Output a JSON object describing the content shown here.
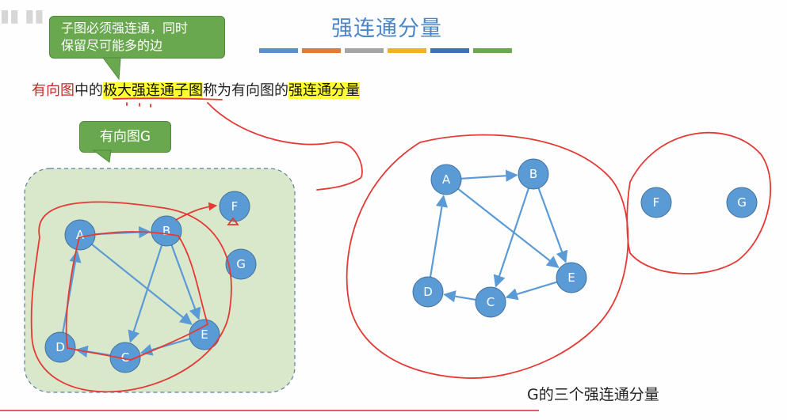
{
  "title": "强连通分量",
  "callout_top": {
    "line1": "子图必须强连通，同时",
    "line2": "保留尽可能多的边"
  },
  "definition": {
    "part1": "有向图",
    "part2": "中的",
    "part3": "极大强连通子图",
    "part4": "称为有向图的",
    "part5": "强连通分量"
  },
  "callout_graph": {
    "label": "有向图G"
  },
  "caption": "G的三个强连通分量",
  "colors": {
    "title": "#4a86c8",
    "node": "#5b9bd5",
    "edge": "#5b9bd5",
    "callout": "#6aa84f",
    "highlight": "#ffff33",
    "annotation": "#e53935"
  },
  "color_bars": [
    "#5b8fc7",
    "#e07b39",
    "#a5a5a5",
    "#f0b323",
    "#3f72b5",
    "#6aa84f"
  ],
  "graph_left": {
    "nodes": [
      {
        "id": "A",
        "label": "A"
      },
      {
        "id": "B",
        "label": "B"
      },
      {
        "id": "C",
        "label": "C"
      },
      {
        "id": "D",
        "label": "D"
      },
      {
        "id": "E",
        "label": "E"
      },
      {
        "id": "F",
        "label": "F"
      },
      {
        "id": "G",
        "label": "G"
      }
    ],
    "edges": [
      [
        "A",
        "B"
      ],
      [
        "B",
        "C"
      ],
      [
        "B",
        "E"
      ],
      [
        "A",
        "E"
      ],
      [
        "E",
        "C"
      ],
      [
        "C",
        "D"
      ],
      [
        "D",
        "A"
      ]
    ]
  },
  "graph_component": {
    "nodes": [
      {
        "id": "A",
        "label": "A"
      },
      {
        "id": "B",
        "label": "B"
      },
      {
        "id": "C",
        "label": "C"
      },
      {
        "id": "D",
        "label": "D"
      },
      {
        "id": "E",
        "label": "E"
      }
    ],
    "edges": [
      [
        "A",
        "B"
      ],
      [
        "B",
        "C"
      ],
      [
        "B",
        "E"
      ],
      [
        "A",
        "E"
      ],
      [
        "E",
        "C"
      ],
      [
        "C",
        "D"
      ],
      [
        "D",
        "A"
      ]
    ]
  },
  "graph_isolated": {
    "nodes": [
      {
        "id": "F",
        "label": "F"
      },
      {
        "id": "G",
        "label": "G"
      }
    ]
  }
}
